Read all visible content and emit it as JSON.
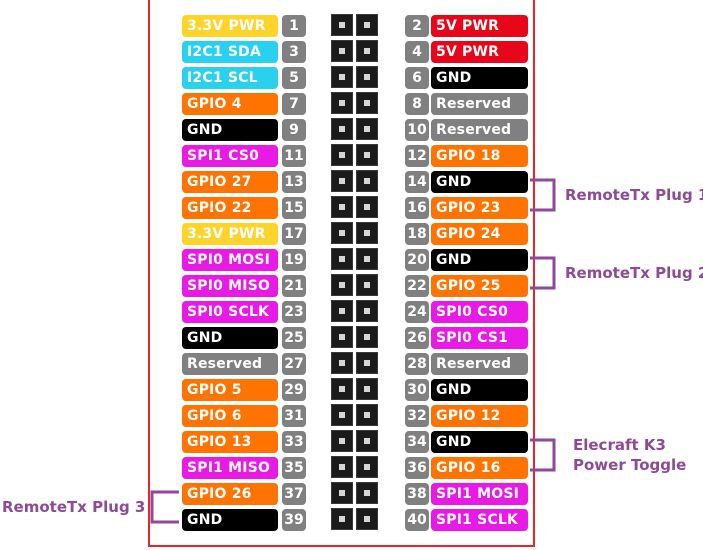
{
  "colors": {
    "power33": "#ffd42a",
    "power5": "#e8071a",
    "i2c": "#29d0f0",
    "gpio": "#ff7300",
    "ground": "#000000",
    "spi": "#e91ae6",
    "reserved": "#808080",
    "annotation": "#8e4a96",
    "border": "#e8242c"
  },
  "left_pins": [
    {
      "num": "1",
      "label": "3.3V PWR",
      "type": "power33"
    },
    {
      "num": "3",
      "label": "I2C1 SDA",
      "type": "i2c"
    },
    {
      "num": "5",
      "label": "I2C1 SCL",
      "type": "i2c"
    },
    {
      "num": "7",
      "label": "GPIO 4",
      "type": "gpio"
    },
    {
      "num": "9",
      "label": "GND",
      "type": "ground"
    },
    {
      "num": "11",
      "label": "SPI1 CS0",
      "type": "spi"
    },
    {
      "num": "13",
      "label": "GPIO 27",
      "type": "gpio"
    },
    {
      "num": "15",
      "label": "GPIO 22",
      "type": "gpio"
    },
    {
      "num": "17",
      "label": "3.3V PWR",
      "type": "power33"
    },
    {
      "num": "19",
      "label": "SPI0 MOSI",
      "type": "spi"
    },
    {
      "num": "21",
      "label": "SPI0 MISO",
      "type": "spi"
    },
    {
      "num": "23",
      "label": "SPI0 SCLK",
      "type": "spi"
    },
    {
      "num": "25",
      "label": "GND",
      "type": "ground"
    },
    {
      "num": "27",
      "label": "Reserved",
      "type": "reserved"
    },
    {
      "num": "29",
      "label": "GPIO 5",
      "type": "gpio"
    },
    {
      "num": "31",
      "label": "GPIO 6",
      "type": "gpio"
    },
    {
      "num": "33",
      "label": "GPIO 13",
      "type": "gpio"
    },
    {
      "num": "35",
      "label": "SPI1 MISO",
      "type": "spi"
    },
    {
      "num": "37",
      "label": "GPIO 26",
      "type": "gpio"
    },
    {
      "num": "39",
      "label": "GND",
      "type": "ground"
    }
  ],
  "right_pins": [
    {
      "num": "2",
      "label": "5V PWR",
      "type": "power5"
    },
    {
      "num": "4",
      "label": "5V PWR",
      "type": "power5"
    },
    {
      "num": "6",
      "label": "GND",
      "type": "ground"
    },
    {
      "num": "8",
      "label": "Reserved",
      "type": "reserved"
    },
    {
      "num": "10",
      "label": "Reserved",
      "type": "reserved"
    },
    {
      "num": "12",
      "label": "GPIO 18",
      "type": "gpio"
    },
    {
      "num": "14",
      "label": "GND",
      "type": "ground"
    },
    {
      "num": "16",
      "label": "GPIO 23",
      "type": "gpio"
    },
    {
      "num": "18",
      "label": "GPIO 24",
      "type": "gpio"
    },
    {
      "num": "20",
      "label": "GND",
      "type": "ground"
    },
    {
      "num": "22",
      "label": "GPIO 25",
      "type": "gpio"
    },
    {
      "num": "24",
      "label": "SPI0 CS0",
      "type": "spi"
    },
    {
      "num": "26",
      "label": "SPI0 CS1",
      "type": "spi"
    },
    {
      "num": "28",
      "label": "Reserved",
      "type": "reserved"
    },
    {
      "num": "30",
      "label": "GND",
      "type": "ground"
    },
    {
      "num": "32",
      "label": "GPIO 12",
      "type": "gpio"
    },
    {
      "num": "34",
      "label": "GND",
      "type": "ground"
    },
    {
      "num": "36",
      "label": "GPIO 16",
      "type": "gpio"
    },
    {
      "num": "38",
      "label": "SPI1 MOSI",
      "type": "spi"
    },
    {
      "num": "40",
      "label": "SPI1 SCLK",
      "type": "spi"
    }
  ],
  "annotations": [
    {
      "lines": [
        "RemoteTx Plug 1"
      ],
      "side": "right",
      "from_row": 6,
      "to_row": 7
    },
    {
      "lines": [
        "RemoteTx Plug 2"
      ],
      "side": "right",
      "from_row": 9,
      "to_row": 10
    },
    {
      "lines": [
        "Elecraft K3",
        "Power Toggle"
      ],
      "side": "right",
      "from_row": 16,
      "to_row": 17
    },
    {
      "lines": [
        "RemoteTx Plug 3"
      ],
      "side": "left",
      "from_row": 18,
      "to_row": 19
    }
  ]
}
